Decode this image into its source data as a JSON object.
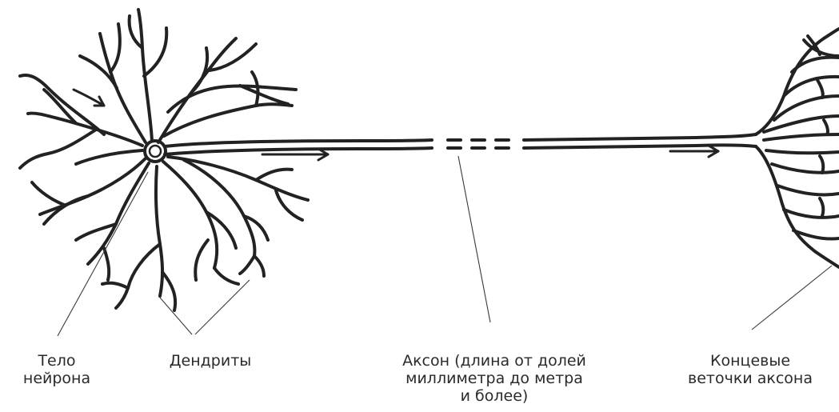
{
  "colors": {
    "ink": "#222222",
    "background": "#ffffff"
  },
  "labels": {
    "soma": [
      "Тело",
      "нейрона"
    ],
    "dendrites": [
      "Дендриты"
    ],
    "axon": [
      "Аксон (длина от долей",
      "миллиметра до метра",
      "и более)"
    ],
    "terminals": [
      "Концевые",
      "веточки аксона"
    ]
  }
}
